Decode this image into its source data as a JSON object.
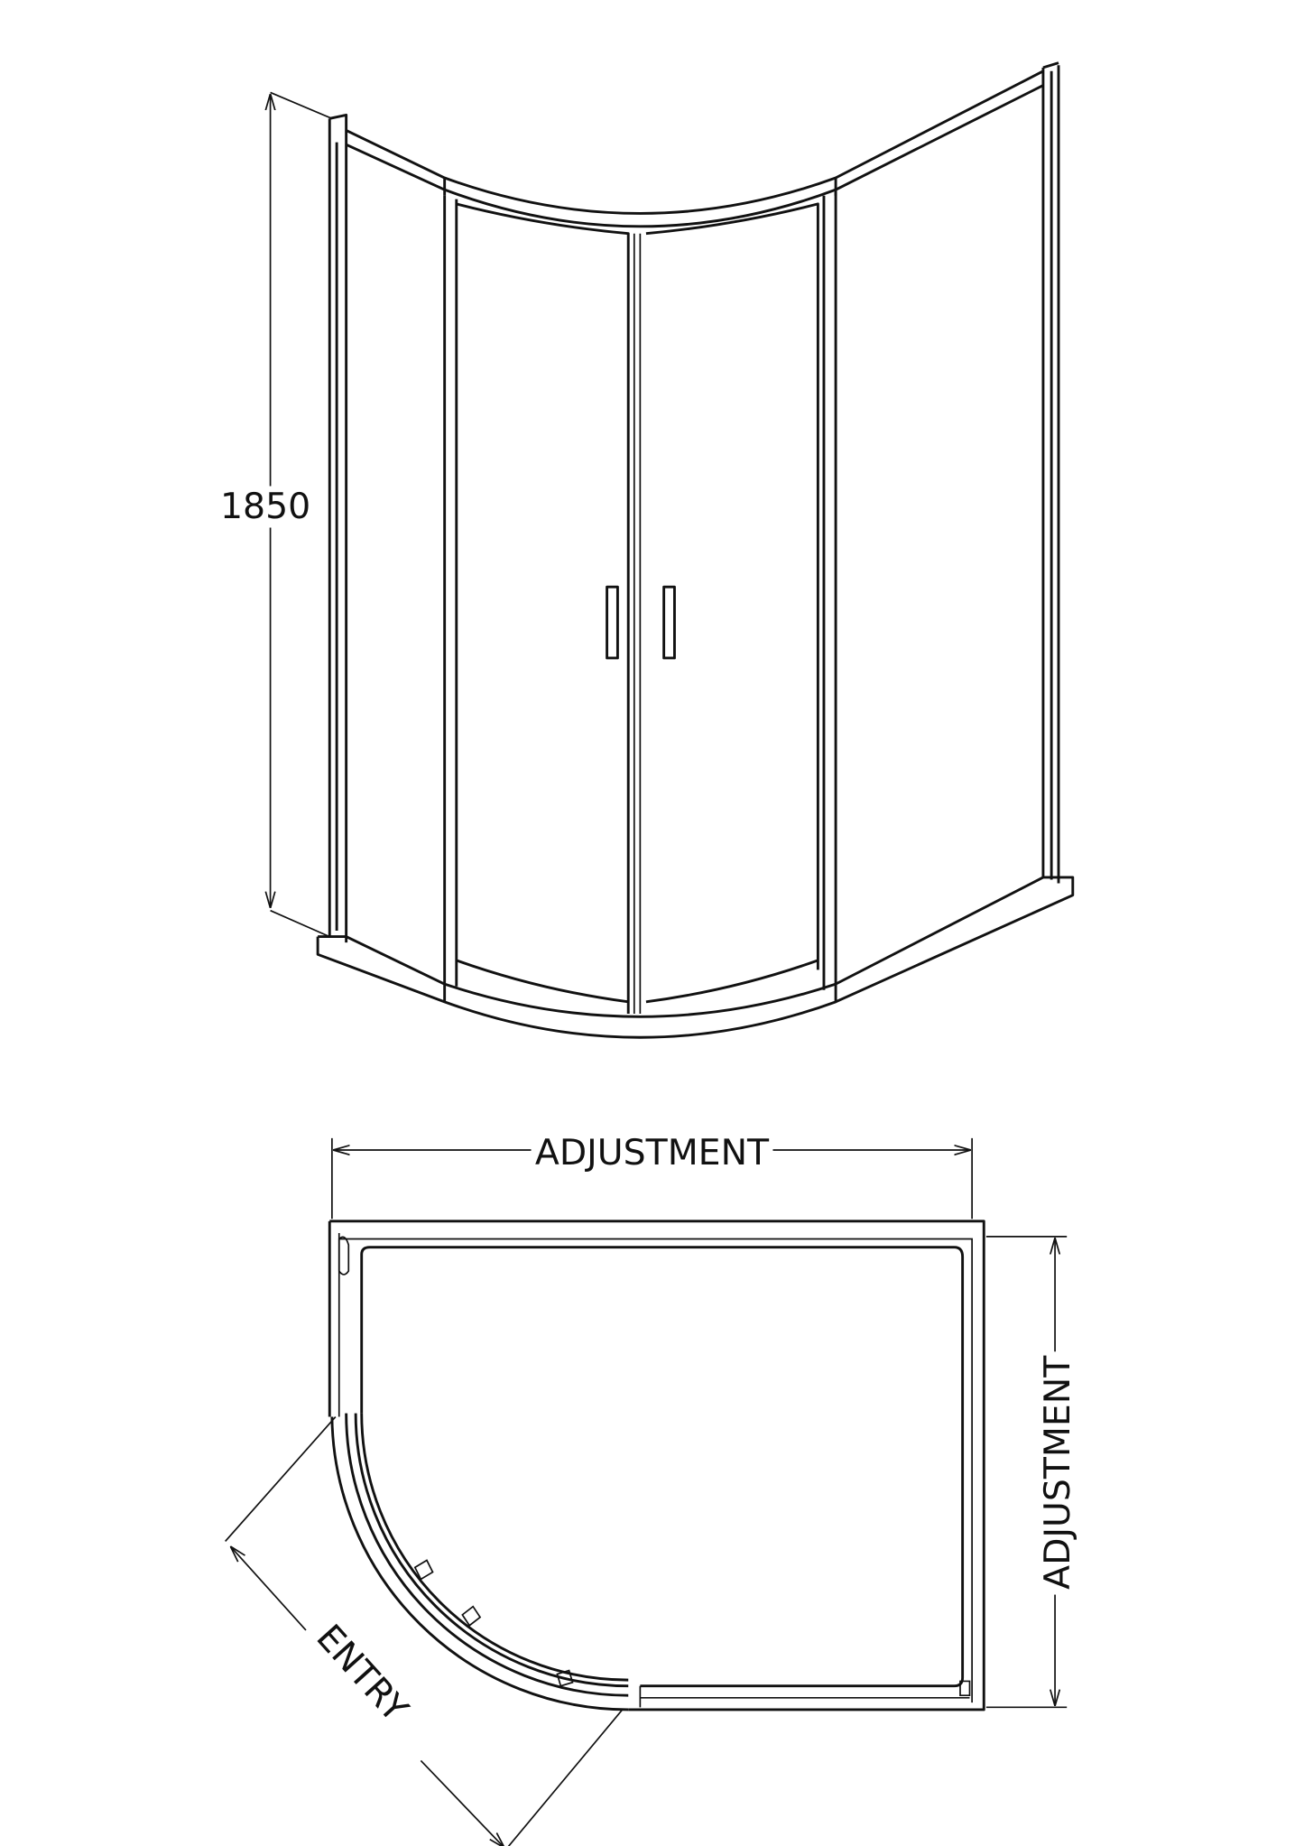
{
  "front_view": {
    "height_label": "1850"
  },
  "plan_view": {
    "width_label": "ADJUSTMENT",
    "depth_label": "ADJUSTMENT",
    "entry_label": "ENTRY"
  },
  "colors": {
    "line": "#111111",
    "background": "#ffffff"
  }
}
